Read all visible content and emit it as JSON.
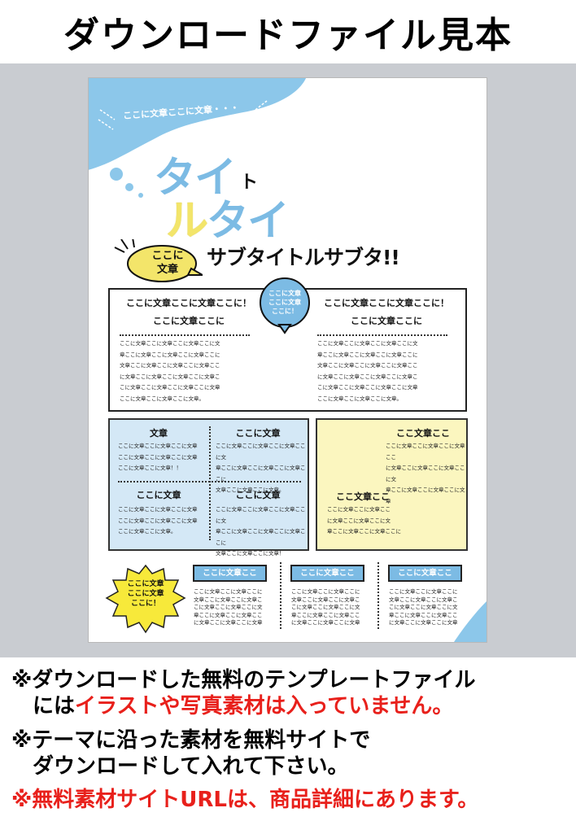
{
  "page_heading": "ダウンロードファイル見本",
  "flyer": {
    "blob_text": "ここに文章ここに文章・・・",
    "title_line1": {
      "part1": "タイ",
      "part2": "ト"
    },
    "title_line2": {
      "part1": "ル",
      "part2": "タイ"
    },
    "speech_text": [
      "ここに",
      "文章"
    ],
    "subtitle": "サブタイトルサブタ!!",
    "bubble_text": [
      "ここに文章",
      "ここに文章",
      "ここに！"
    ],
    "top_box": {
      "left_head": [
        "ここに文章ここに文章ここに！",
        "ここに文章ここに"
      ],
      "right_head": [
        "ここに文章ここに文章ここに！",
        "ここに文章ここに"
      ],
      "left_body": [
        "ここに文章ここに文章ここに文章ここに文",
        "章ここに文章ここに文章ここに文章ここに",
        "文章ここに文章ここに文章ここに文章ここ",
        "に文章ここに文章ここに文章ここに文章こ",
        "こに文章ここに文章ここに文章ここに文章",
        "ここに文章ここに文章ここに文章。"
      ],
      "right_body": [
        "ここに文章ここに文章ここに文章ここに文",
        "章ここに文章ここに文章ここに文章ここに",
        "文章ここに文章ここに文章ここに文章ここ",
        "に文章ここに文章ここに文章ここに文章こ",
        "こに文章ここに文章ここに文章ここに文章",
        "ここに文章ここに文章ここに文章。"
      ]
    },
    "blue_box": {
      "heads": [
        "文章",
        "ここに文章",
        "ここに文章",
        "ここに文章"
      ],
      "bodies": [
        [
          "ここに文章ここに文章ここに文章",
          "ここに文章ここに文章ここに文章",
          "ここに文章ここに文章！！"
        ],
        [
          "ここに文章ここに文章ここに文章ここに文",
          "章ここに文章ここに文章ここに文章ここに",
          "文章ここに文章ここに文章。"
        ],
        [
          "ここに文章ここに文章ここに文章",
          "ここに文章ここに文章ここに文章",
          "ここに文章ここに文章。"
        ],
        [
          "ここに文章ここに文章ここに文章ここに文",
          "章ここに文章ここに文章ここに文章ここに",
          "文章ここに文章ここに文章！"
        ]
      ]
    },
    "yellow_box": {
      "head1": "ここ文章ここ",
      "body1": [
        "ここに文章ここに文章ここに文章ここ",
        "に文章ここに文章ここに文章ここに文",
        "章ここに文章ここに文章ここに文章"
      ],
      "head2": "ここ文章ここ",
      "body2": [
        "ここに文章ここに文章ここ",
        "に文章ここに文章ここに文",
        "章ここに文章ここに文章ここに"
      ]
    },
    "star_text": [
      "ここに文章",
      "ここに文章",
      "ここに！"
    ],
    "bottom_cols": [
      {
        "tag": "ここに文章ここ",
        "body": [
          "ここに文章ここに文章ここに",
          "文章ここに文章ここに文章こ",
          "こに文章ここに文章ここに文",
          "章ここに文章ここに文章ここ",
          "に文章ここに文章ここに文章"
        ]
      },
      {
        "tag": "ここに文章ここ",
        "body": [
          "ここに文章ここに文章ここに",
          "文章ここに文章ここに文章こ",
          "こに文章ここに文章ここに文",
          "章ここに文章ここに文章ここ",
          "に文章ここに文章ここに文章"
        ]
      },
      {
        "tag": "ここに文章ここ",
        "body": [
          "ここに文章ここに文章ここに",
          "文章ここに文章ここに文章こ",
          "こに文章ここに文章ここに文",
          "章ここに文章ここに文章ここ",
          "に文章ここに文章ここに文章"
        ]
      }
    ]
  },
  "notes": {
    "n1_line1": "※ダウンロードした無料のテンプレートファイル",
    "n1_line2_a": "には",
    "n1_line2_b": "イラストや写真素材は入っていません。",
    "n2_line1": "※テーマに沿った素材を無料サイトで",
    "n2_line2": "ダウンロードして入れて下さい。",
    "n3": "※無料素材サイトURLは、商品詳細にあります。"
  },
  "colors": {
    "accent_blue": "#7cbbe4",
    "accent_yellow": "#f3e56a",
    "light_blue_fill": "#d4e8f6",
    "light_yellow_fill": "#fbf6bf",
    "warning_red": "#e8201b",
    "backdrop_gray": "#c9ccd1"
  }
}
